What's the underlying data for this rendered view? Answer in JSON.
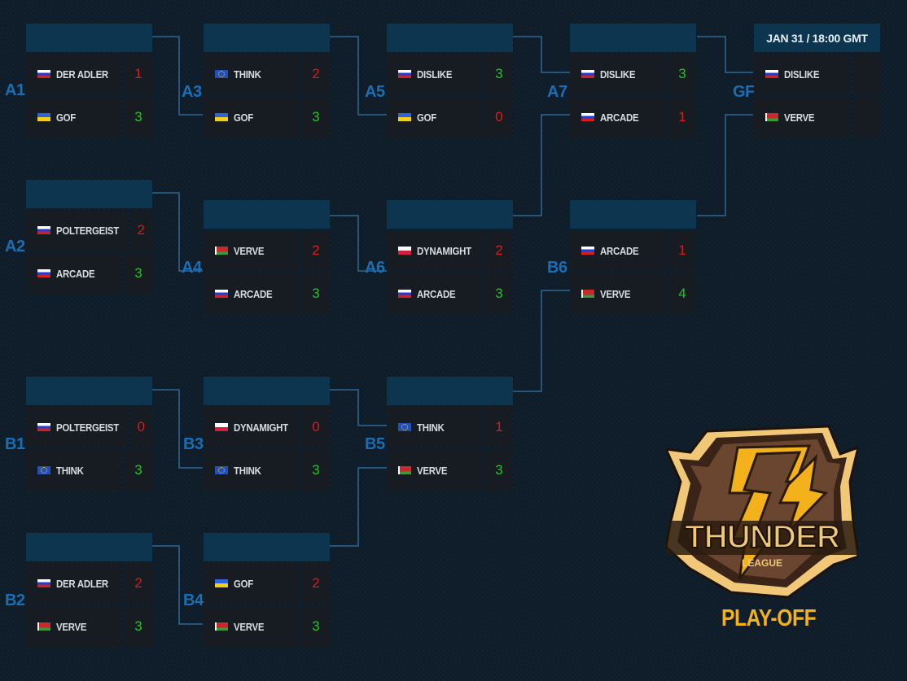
{
  "grand_final": {
    "header": "JAN 31 / 18:00 GMT"
  },
  "round_labels": {
    "A1": "A1",
    "A2": "A2",
    "A3": "A3",
    "A4": "A4",
    "A5": "A5",
    "A6": "A6",
    "A7": "A7",
    "B1": "B1",
    "B2": "B2",
    "B3": "B3",
    "B4": "B4",
    "B5": "B5",
    "B6": "B6",
    "GF": "GF"
  },
  "matches": {
    "A1": {
      "teams": [
        {
          "name": "DER ADLER",
          "flag": "ru",
          "score": "1",
          "result": "loss"
        },
        {
          "name": "GOF",
          "flag": "ua",
          "score": "3",
          "result": "win"
        }
      ]
    },
    "A2": {
      "teams": [
        {
          "name": "POLTERGEIST",
          "flag": "ru",
          "score": "2",
          "result": "loss"
        },
        {
          "name": "ARCADE",
          "flag": "ru",
          "score": "3",
          "result": "win"
        }
      ]
    },
    "A3": {
      "teams": [
        {
          "name": "THINK",
          "flag": "eu",
          "score": "2",
          "result": "loss"
        },
        {
          "name": "GOF",
          "flag": "ua",
          "score": "3",
          "result": "win"
        }
      ]
    },
    "A4": {
      "teams": [
        {
          "name": "VERVE",
          "flag": "by",
          "score": "2",
          "result": "loss"
        },
        {
          "name": "ARCADE",
          "flag": "ru",
          "score": "3",
          "result": "win"
        }
      ]
    },
    "A5": {
      "teams": [
        {
          "name": "DISLIKE",
          "flag": "ru",
          "score": "3",
          "result": "win"
        },
        {
          "name": "GOF",
          "flag": "ua",
          "score": "0",
          "result": "loss"
        }
      ]
    },
    "A6": {
      "teams": [
        {
          "name": "DYNAMIGHT",
          "flag": "pl",
          "score": "2",
          "result": "loss"
        },
        {
          "name": "ARCADE",
          "flag": "ru",
          "score": "3",
          "result": "win"
        }
      ]
    },
    "A7": {
      "teams": [
        {
          "name": "DISLIKE",
          "flag": "ru",
          "score": "3",
          "result": "win"
        },
        {
          "name": "ARCADE",
          "flag": "ru",
          "score": "1",
          "result": "loss"
        }
      ]
    },
    "B1": {
      "teams": [
        {
          "name": "POLTERGEIST",
          "flag": "ru",
          "score": "0",
          "result": "loss"
        },
        {
          "name": "THINK",
          "flag": "eu",
          "score": "3",
          "result": "win"
        }
      ]
    },
    "B2": {
      "teams": [
        {
          "name": "DER ADLER",
          "flag": "ru",
          "score": "2",
          "result": "loss"
        },
        {
          "name": "VERVE",
          "flag": "by",
          "score": "3",
          "result": "win"
        }
      ]
    },
    "B3": {
      "teams": [
        {
          "name": "DYNAMIGHT",
          "flag": "pl",
          "score": "0",
          "result": "loss"
        },
        {
          "name": "THINK",
          "flag": "eu",
          "score": "3",
          "result": "win"
        }
      ]
    },
    "B4": {
      "teams": [
        {
          "name": "GOF",
          "flag": "ua",
          "score": "2",
          "result": "loss"
        },
        {
          "name": "VERVE",
          "flag": "by",
          "score": "3",
          "result": "win"
        }
      ]
    },
    "B5": {
      "teams": [
        {
          "name": "THINK",
          "flag": "eu",
          "score": "1",
          "result": "loss"
        },
        {
          "name": "VERVE",
          "flag": "by",
          "score": "3",
          "result": "win"
        }
      ]
    },
    "B6": {
      "teams": [
        {
          "name": "ARCADE",
          "flag": "ru",
          "score": "1",
          "result": "loss"
        },
        {
          "name": "VERVE",
          "flag": "by",
          "score": "4",
          "result": "win"
        }
      ]
    },
    "GF": {
      "teams": [
        {
          "name": "DISLIKE",
          "flag": "ru",
          "score": "",
          "result": "pending"
        },
        {
          "name": "VERVE",
          "flag": "by",
          "score": "",
          "result": "pending"
        }
      ]
    }
  },
  "logo": {
    "text_main": "THUNDER",
    "text_sub": "LEAGUE"
  },
  "footer": {
    "label": "PLAY-OFF"
  },
  "colors": {
    "win": "#27c22a",
    "loss": "#d41e1e",
    "accent": "#f3b21c",
    "label": "#1a6eb5",
    "header": "#0e3550"
  }
}
